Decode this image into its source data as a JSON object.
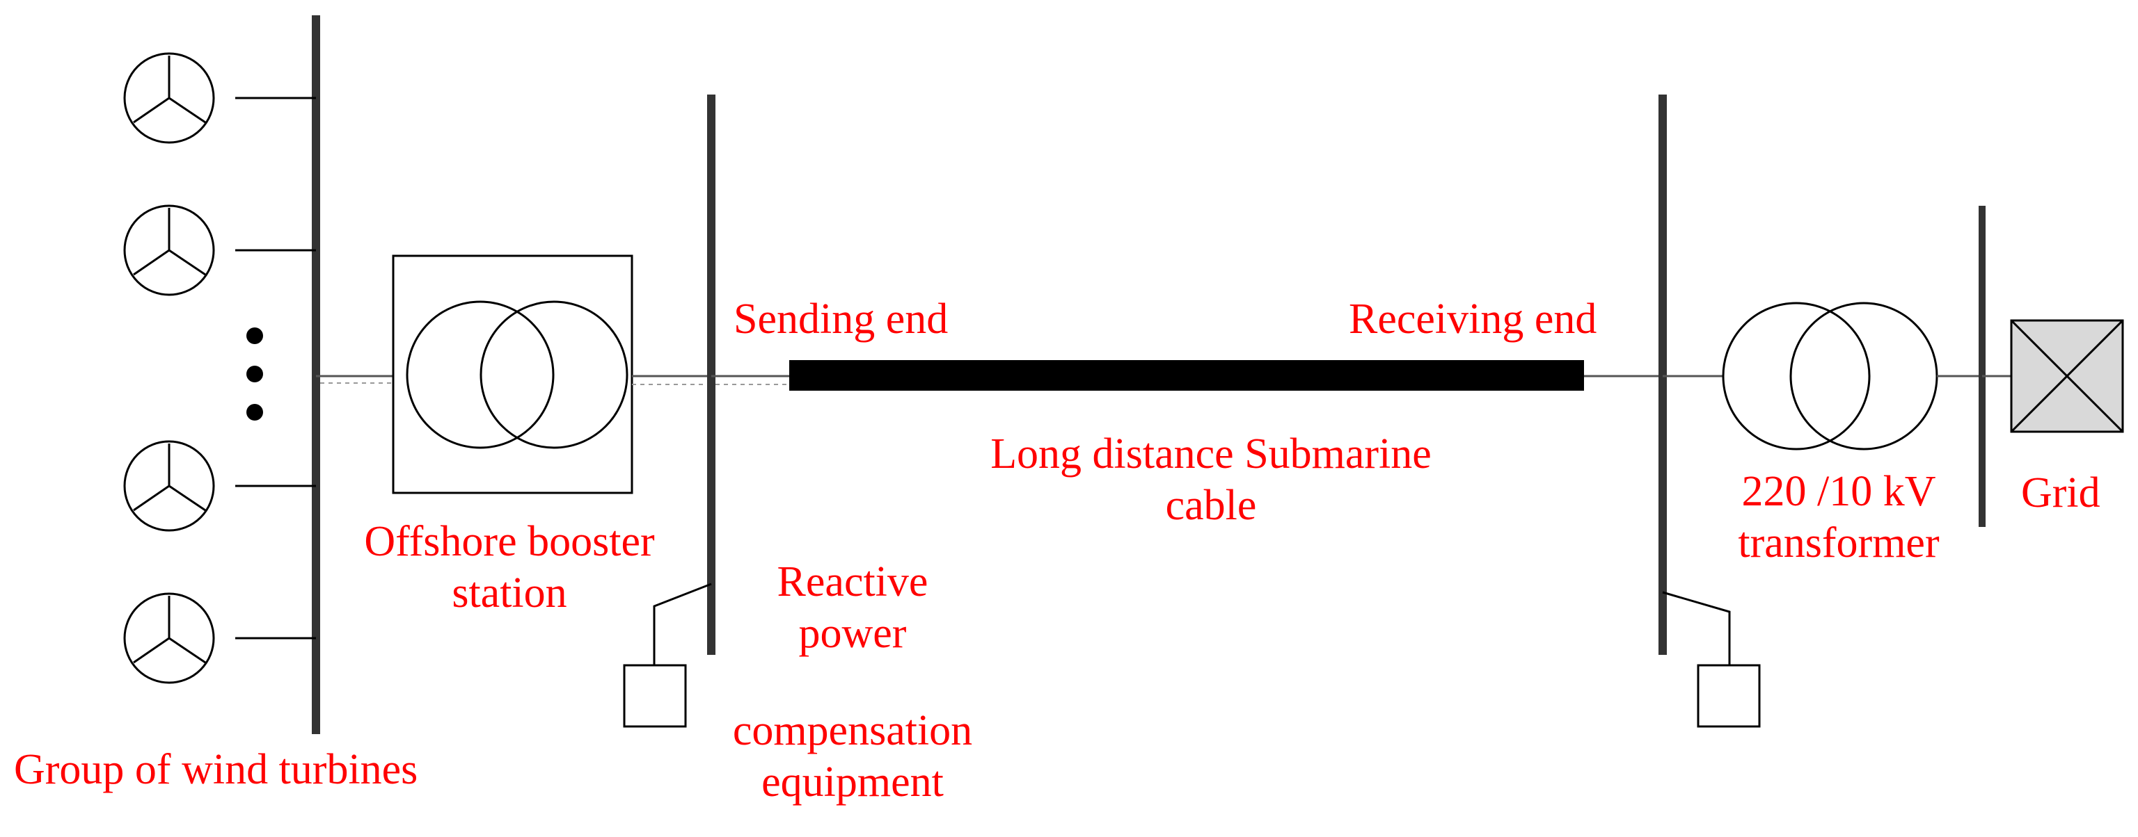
{
  "colors": {
    "label": "#ff0000",
    "line": "#000000",
    "bus": "#333333",
    "grid_fill": "#d9d9d9"
  },
  "labels": {
    "wind_turbines": "Group of wind turbines",
    "booster_station": [
      "Offshore booster",
      "station"
    ],
    "sending_end": "Sending end",
    "receiving_end": "Receiving end",
    "cable": [
      "Long distance Submarine",
      "cable"
    ],
    "reactive_power": [
      "Reactive",
      "power"
    ],
    "compensation": [
      "compensation",
      "equipment"
    ],
    "transformer": [
      "220 /10 kV",
      "transformer"
    ],
    "grid": "Grid"
  },
  "icons": {
    "wind_turbine": "wind-turbine-icon",
    "transformer": "transformer-icon",
    "compensator": "compensator-box-icon",
    "grid": "grid-source-icon",
    "ellipsis": "vertical-ellipsis-icon"
  }
}
